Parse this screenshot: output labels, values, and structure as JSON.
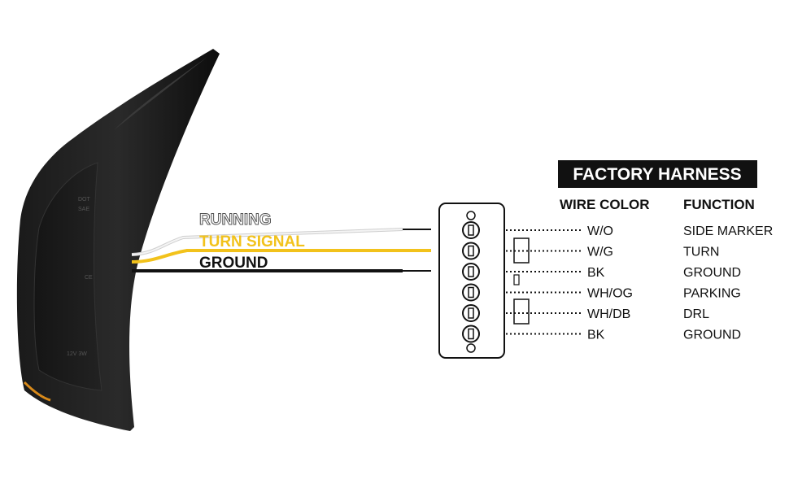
{
  "lamp": {
    "markings": [
      "DOT",
      "SAE",
      "CE",
      "12V 3W"
    ]
  },
  "wires": [
    {
      "label": "RUNNING",
      "color": "#d9d9d9",
      "outline": true
    },
    {
      "label": "TURN SIGNAL",
      "color": "#f2c21b",
      "outline": false
    },
    {
      "label": "GROUND",
      "color": "#111111",
      "outline": false
    }
  ],
  "harness": {
    "title": "FACTORY HARNESS",
    "col_wire": "WIRE COLOR",
    "col_function": "FUNCTION",
    "rows": [
      {
        "wire": "W/O",
        "function": "SIDE MARKER"
      },
      {
        "wire": "W/G",
        "function": "TURN"
      },
      {
        "wire": "BK",
        "function": "GROUND"
      },
      {
        "wire": "WH/OG",
        "function": "PARKING"
      },
      {
        "wire": "WH/DB",
        "function": "DRL"
      },
      {
        "wire": "BK",
        "function": "GROUND"
      }
    ]
  }
}
